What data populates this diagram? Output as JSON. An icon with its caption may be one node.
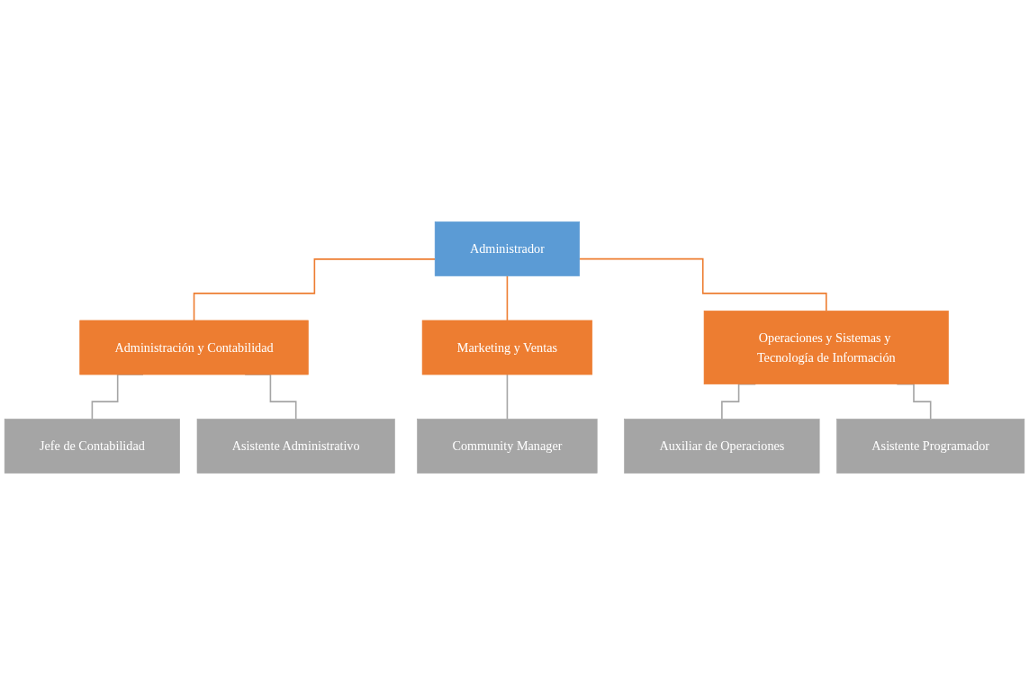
{
  "diagram": {
    "nodes": [
      {
        "text": [
          "Administrador"
        ]
      },
      {
        "text": [
          "Administración y Contabilidad"
        ]
      },
      {
        "text": [
          "Marketing y Ventas"
        ]
      },
      {
        "text": [
          "Operaciones y Sistemas y Tecnología de Información"
        ]
      },
      {
        "text": [
          "Jefe de Contabilidad"
        ]
      },
      {
        "text": [
          "Asistente Administrativo"
        ]
      },
      {
        "text": [
          "Community Manager"
        ]
      },
      {
        "text": [
          "Auxiliar de Operaciones"
        ]
      },
      {
        "text": [
          "Asistente Programador"
        ]
      }
    ],
    "edges": [
      {
        "from": 0,
        "to": 1,
        "arrow": "none",
        "color": "#ed7d31"
      },
      {
        "from": 0,
        "to": 2,
        "arrow": "none",
        "color": "#ed7d31"
      },
      {
        "from": 0,
        "to": 3,
        "arrow": "none",
        "color": "#ed7d31"
      },
      {
        "from": 1,
        "to": 4,
        "arrow": "none"
      },
      {
        "from": 1,
        "to": 5,
        "arrow": "none"
      },
      {
        "from": 2,
        "to": 6,
        "arrow": "none"
      },
      {
        "from": 3,
        "to": 7,
        "arrow": "none"
      },
      {
        "from": 3,
        "to": 8,
        "arrow": "none"
      }
    ]
  }
}
